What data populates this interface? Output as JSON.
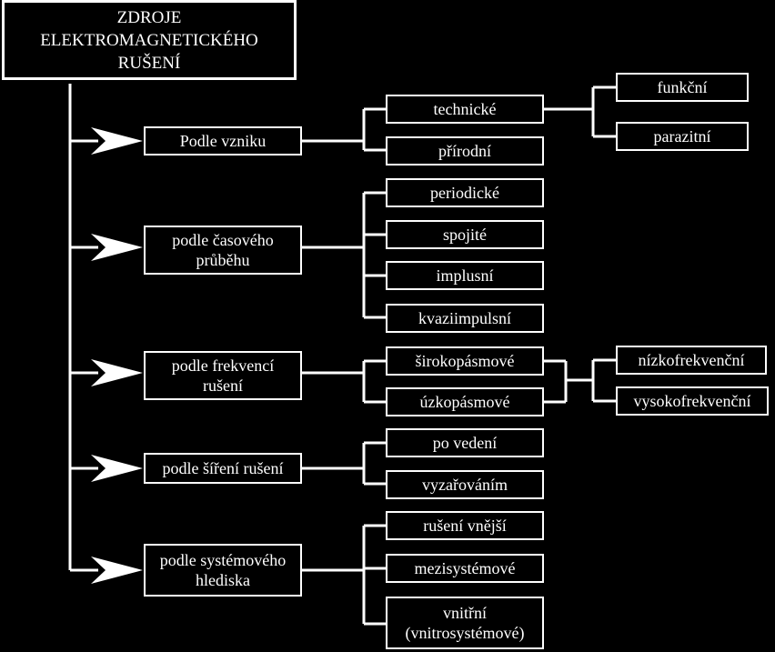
{
  "diagram": {
    "root": "ZDROJE\nELEKTROMAGNETICKÉHO\nRUŠENÍ",
    "categories": [
      {
        "label": "Podle vzniku",
        "children": [
          {
            "label": "technické",
            "children": [
              "funkční",
              "parazitní"
            ]
          },
          {
            "label": "přírodní"
          }
        ]
      },
      {
        "label": "podle časového\nprůběhu",
        "children": [
          {
            "label": "periodické"
          },
          {
            "label": "spojité"
          },
          {
            "label": "implusní"
          },
          {
            "label": "kvaziimpulsní"
          }
        ]
      },
      {
        "label": "podle frekvencí\nrušení",
        "children": [
          {
            "label": "širokopásmové"
          },
          {
            "label": "úzkopásmové"
          }
        ],
        "shared_children": [
          "nízkofrekvenční",
          "vysokofrekvenční"
        ]
      },
      {
        "label": "podle šíření  rušení",
        "children": [
          {
            "label": "po vedení"
          },
          {
            "label": "vyzařováním"
          }
        ]
      },
      {
        "label": "podle systémového\nhlediska",
        "children": [
          {
            "label": "rušení vnější"
          },
          {
            "label": "mezisystémové"
          },
          {
            "label": "vnitřní\n(vnitrosystémové)"
          }
        ]
      }
    ]
  },
  "colors": {
    "background": "#000000",
    "foreground": "#ffffff"
  }
}
